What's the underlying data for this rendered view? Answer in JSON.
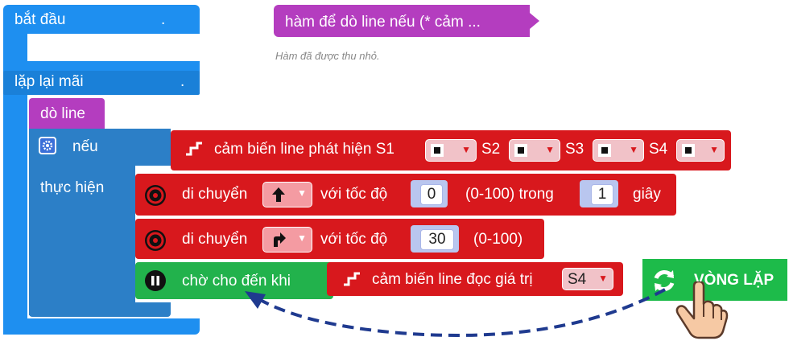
{
  "blocks": {
    "start_label": "bắt đầu",
    "start_dot": ".",
    "forever_label": "lặp lại mãi",
    "forever_dot": ".",
    "function_call_label": "dò line",
    "if_label": "nếu",
    "do_label": "thực hiện"
  },
  "function_def": {
    "label": "hàm để dò line  nếu (* cảm ...",
    "note": "Hàm đã được thu nhỏ."
  },
  "condition": {
    "label": "cảm biến line phát hiện S1",
    "s2_label": "S2",
    "s3_label": "S3",
    "s4_label": "S4"
  },
  "move1": {
    "label": "di chuyển",
    "direction_icon": "arrow-up",
    "speed_label": "với tốc độ",
    "speed_value": "0",
    "range_label": "(0-100) trong",
    "time_value": "1",
    "unit_label": "giây"
  },
  "move2": {
    "label": "di chuyển",
    "direction_icon": "arrow-turn-right",
    "speed_label": "với tốc độ",
    "speed_value": "30",
    "range_label": "(0-100)"
  },
  "wait": {
    "label": "chờ cho đến khi",
    "sensor_label": "cảm biến line đọc giá trị",
    "sensor_value": "S4"
  },
  "loop_badge": {
    "label": "VÒNG LẶP",
    "icon": "refresh-icon"
  },
  "colors": {
    "blue": "#1e8ff0",
    "red": "#d8181d",
    "green": "#22b24c",
    "purple": "#b43dbf",
    "badge_green": "#1dbb4a",
    "arrow_navy": "#1f3a8f"
  }
}
